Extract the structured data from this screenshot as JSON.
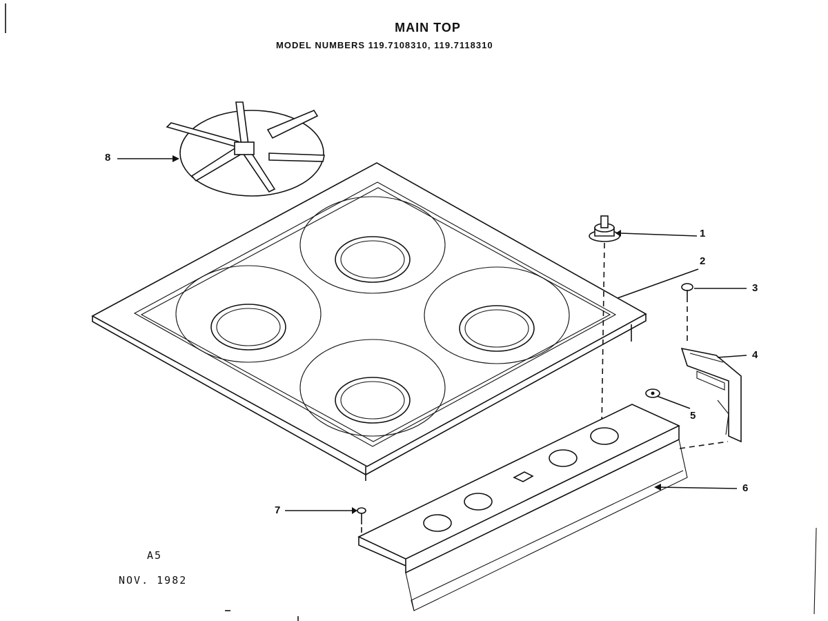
{
  "header": {
    "title": "MAIN TOP",
    "subtitle": "MODEL NUMBERS 119.7108310, 119.7118310"
  },
  "callouts": {
    "c1": "1",
    "c2": "2",
    "c3": "3",
    "c4": "4",
    "c5": "5",
    "c6": "6",
    "c7": "7",
    "c8": "8"
  },
  "footer": {
    "code": "A5",
    "date": "NOV. 1982"
  }
}
